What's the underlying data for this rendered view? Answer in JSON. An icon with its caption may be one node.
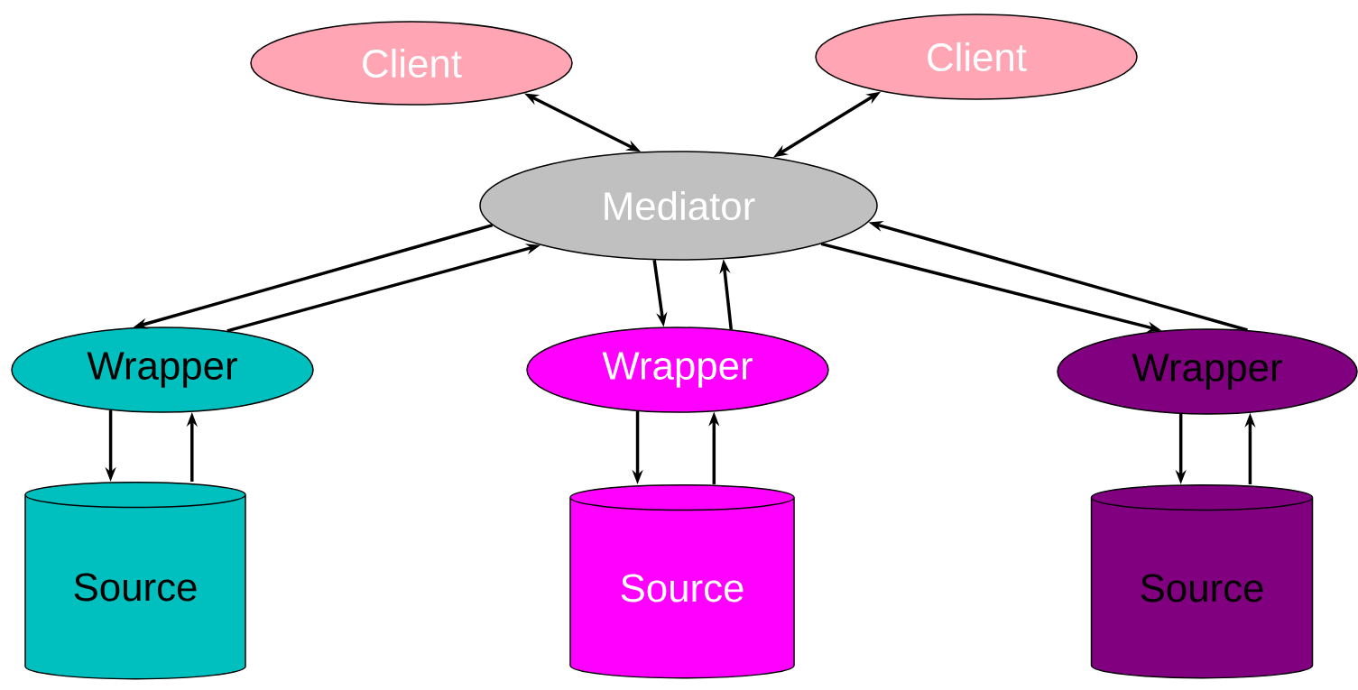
{
  "diagram": {
    "nodes": [
      {
        "text": [
          "Client"
        ]
      },
      {
        "text": [
          "Client"
        ]
      },
      {
        "text": [
          "Mediator"
        ]
      },
      {
        "text": [
          "Wrapper"
        ]
      },
      {
        "text": [
          "Wrapper"
        ]
      },
      {
        "text": [
          "Wrapper"
        ]
      },
      {
        "text": [
          "Source"
        ]
      },
      {
        "text": [
          "Source"
        ]
      },
      {
        "text": [
          "Source"
        ]
      }
    ],
    "edges": [
      {
        "from": 0,
        "to": 2,
        "arrow": "both"
      },
      {
        "from": 1,
        "to": 2,
        "arrow": "both"
      },
      {
        "from": 2,
        "to": 3,
        "arrow": "to"
      },
      {
        "from": 3,
        "to": 2,
        "arrow": "to"
      },
      {
        "from": 2,
        "to": 4,
        "arrow": "to"
      },
      {
        "from": 4,
        "to": 2,
        "arrow": "to"
      },
      {
        "from": 2,
        "to": 5,
        "arrow": "to"
      },
      {
        "from": 5,
        "to": 2,
        "arrow": "to"
      },
      {
        "from": 3,
        "to": 6,
        "arrow": "to"
      },
      {
        "from": 6,
        "to": 3,
        "arrow": "to"
      },
      {
        "from": 4,
        "to": 7,
        "arrow": "to"
      },
      {
        "from": 7,
        "to": 4,
        "arrow": "to"
      },
      {
        "from": 5,
        "to": 8,
        "arrow": "to"
      },
      {
        "from": 8,
        "to": 5,
        "arrow": "to"
      }
    ]
  }
}
